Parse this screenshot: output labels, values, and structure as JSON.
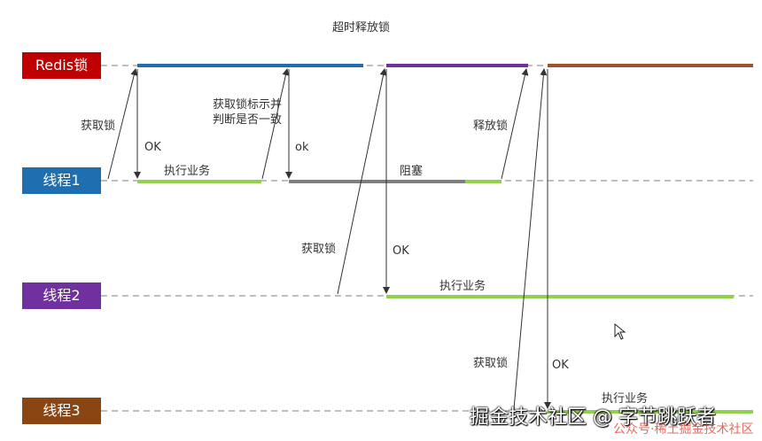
{
  "lanes": {
    "redis": {
      "label": "Redis锁",
      "color": "#c00000"
    },
    "thread1": {
      "label": "线程1",
      "color": "#1f6fb0"
    },
    "thread2": {
      "label": "线程2",
      "color": "#7030a0"
    },
    "thread3": {
      "label": "线程3",
      "color": "#8b4513"
    }
  },
  "colors": {
    "redis_segment_1": "#1f6fb0",
    "redis_segment_2": "#7030a0",
    "redis_segment_3": "#a0522d",
    "business": "#92d050",
    "blocked": "#7f7f7f",
    "dashed_line": "#7f7f7f",
    "arrow": "#333333"
  },
  "annotations": {
    "timeout_release": "超时释放锁",
    "acquire_lock_t1": "获取锁",
    "check_flag": "获取锁标示并判断是否一致",
    "ok_t1": "OK",
    "ok_t1_second": "ok",
    "execute_t1": "执行业务",
    "blocked": "阻塞",
    "release_lock": "释放锁",
    "acquire_lock_t2": "获取锁",
    "ok_t2": "OK",
    "execute_t2": "执行业务",
    "acquire_lock_t3": "获取锁",
    "ok_t3": "OK",
    "execute_t3": "执行业务"
  },
  "watermark": {
    "main": "掘金技术社区 @ 字节跳跃者",
    "secondary": "公众号·稀土掘金技术社区"
  }
}
